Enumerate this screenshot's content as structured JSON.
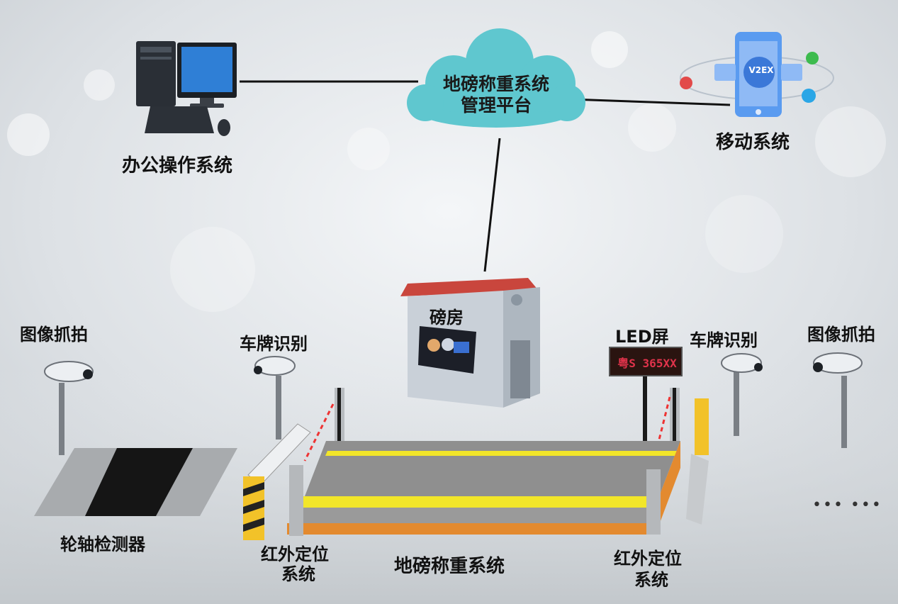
{
  "cloud": {
    "line1": "地磅称重系统",
    "line2": "管理平台"
  },
  "labels": {
    "office": "办公操作系统",
    "mobile": "移动系统",
    "weigh_house": "磅房",
    "capture_left": "图像抓拍",
    "capture_right": "图像抓拍",
    "plate_left": "车牌识别",
    "plate_right": "车牌识别",
    "led": "LED屏",
    "led_display": "粤S 365XX",
    "axle": "轮轴检测器",
    "ir_left_1": "红外定位",
    "ir_left_2": "系统",
    "ir_right_1": "红外定位",
    "ir_right_2": "系统",
    "scale": "地磅称重系统",
    "app_badge": "V2EX",
    "more": "••• •••"
  },
  "colors": {
    "cloud": "#5fc7cf",
    "roof": "#c9463d",
    "platform_yellow": "#f2e629",
    "platform_gray": "#8f8f8f",
    "platform_orange": "#e38a2f",
    "led_bg": "#2a1410",
    "phone_blue": "#4a8ee8"
  }
}
